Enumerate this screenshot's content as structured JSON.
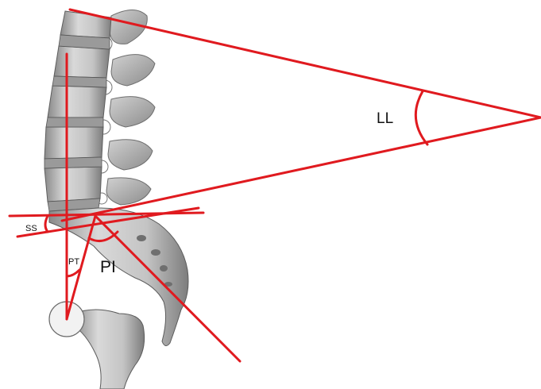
{
  "labels": {
    "ll": "LL",
    "ss": "SS",
    "pt": "PT",
    "pi": "PI"
  },
  "colors": {
    "measurement_line": "#e01a1f",
    "bone_light": "#e6e6e6",
    "bone_mid": "#bdbdbd",
    "bone_dark": "#7a7a7a",
    "label_text": "#111111"
  }
}
